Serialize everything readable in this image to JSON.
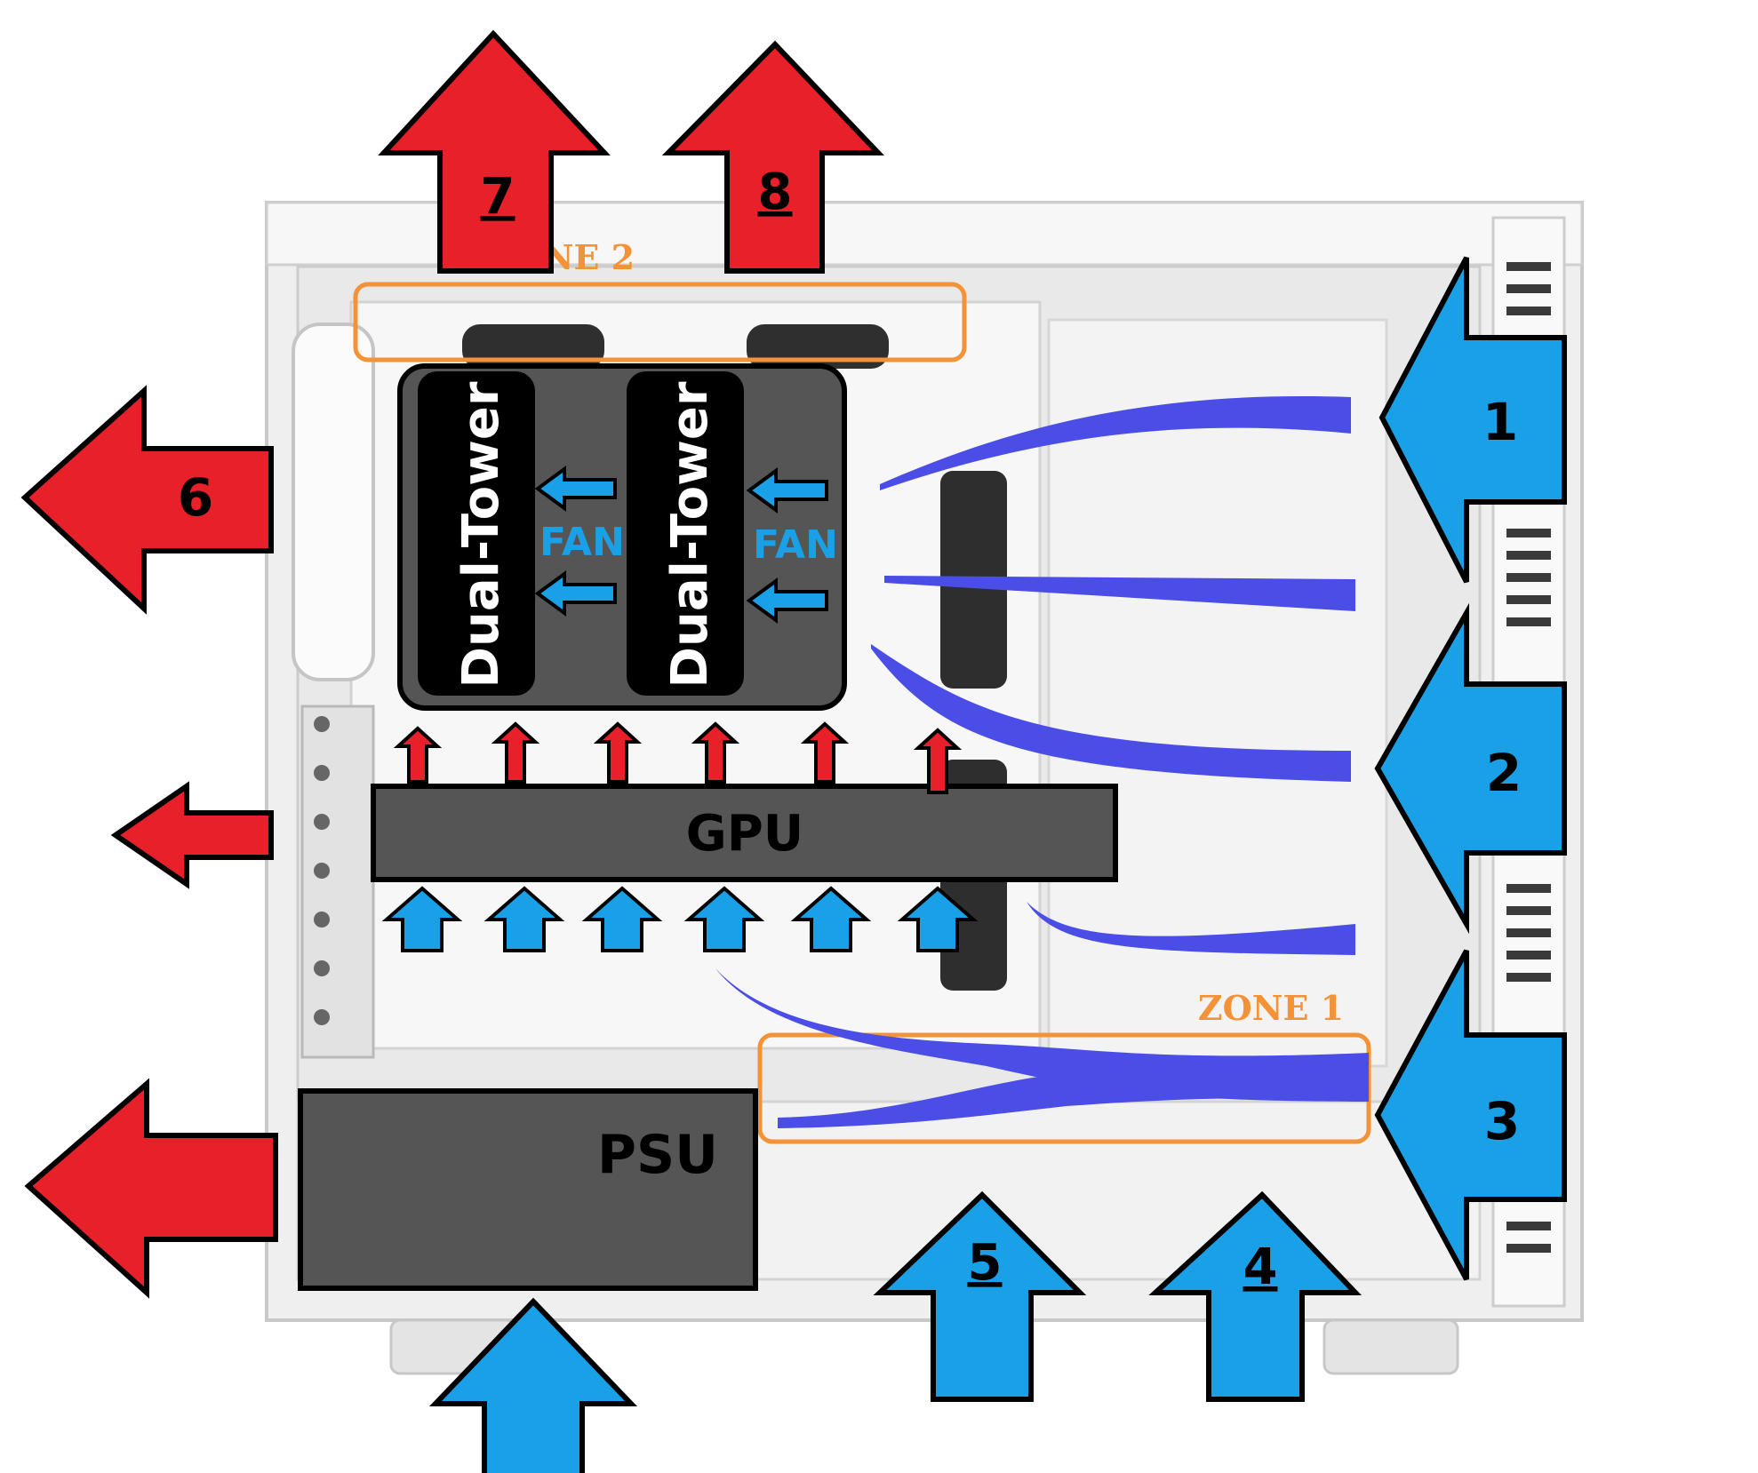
{
  "colors": {
    "exhaust": "#e8202a",
    "intake": "#1aa0e6",
    "airflow": "#4b4ee6",
    "component": "#555555",
    "zone": "#f39237",
    "case": "#f2f2f2",
    "label_dark": "#ffffff",
    "fan_text": "#1aa0e6"
  },
  "labels": {
    "cooler_a": "Dual-Tower",
    "cooler_b": "Dual-Tower",
    "fan_a": "FAN",
    "fan_b": "FAN",
    "gpu": "GPU",
    "psu": "PSU",
    "zone1": "ZONE 1",
    "zone2": "ZONE 2"
  },
  "intake_fans": [
    "1",
    "2",
    "3",
    "4",
    "5"
  ],
  "exhaust_fans": [
    "6",
    "7",
    "8"
  ],
  "icons": {
    "intake": "arrow-icon",
    "exhaust": "arrow-icon",
    "airflow": "airflow-stream-icon"
  }
}
